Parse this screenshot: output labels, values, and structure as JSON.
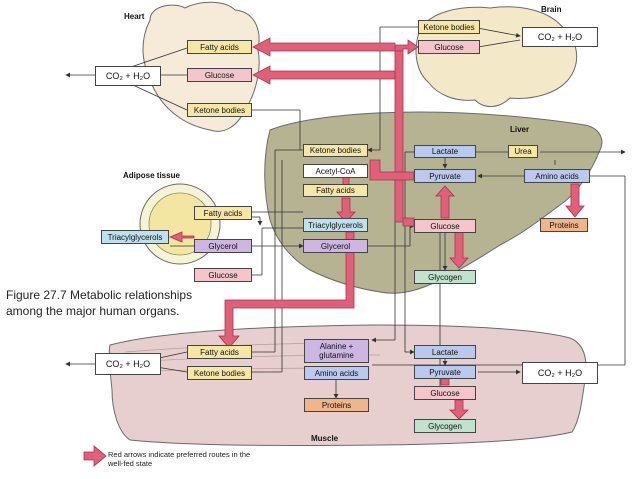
{
  "colors": {
    "red_arrow": "#e0607a",
    "red_arrow_edge": "#a8324a",
    "liver": "#b5b392",
    "muscle": "#e7cfcf",
    "brain": "#f3e8c8",
    "heart": "#f6ead8",
    "adipose": "#f7f3d6"
  },
  "organs": {
    "heart": "Heart",
    "brain": "Brain",
    "liver": "Liver",
    "adipose": "Adipose tissue",
    "muscle": "Muscle"
  },
  "nodes": {
    "heart_fatty": "Fatty acids",
    "heart_glucose": "Glucose",
    "heart_ketone": "Ketone bodies",
    "heart_co2": "CO₂ + H₂O",
    "brain_ketone": "Ketone bodies",
    "brain_glucose": "Glucose",
    "brain_co2": "CO₂ + H₂O",
    "liver_ketone": "Ketone bodies",
    "liver_acetyl": "Acetyl-CoA",
    "liver_fatty": "Fatty acids",
    "liver_tag": "Triacylglycerols",
    "liver_glycerol": "Glycerol",
    "liver_lactate": "Lactate",
    "liver_pyruvate": "Pyruvate",
    "liver_glucose": "Glucose",
    "liver_glycogen": "Glycogen",
    "liver_urea": "Urea",
    "liver_amino": "Amino acids",
    "liver_proteins": "Proteins",
    "adipose_fatty": "Fatty acids",
    "adipose_tag": "Triacylglycerols",
    "adipose_glycerol": "Glycerol",
    "adipose_glucose": "Glucose",
    "muscle_fatty": "Fatty acids",
    "muscle_ketone": "Ketone bodies",
    "muscle_co2": "CO₂ + H₂O",
    "muscle_alanine": "Alanine +\nglutamine",
    "muscle_amino": "Amino acids",
    "muscle_proteins": "Proteins",
    "muscle_lactate": "Lactate",
    "muscle_pyruvate": "Pyruvate",
    "muscle_glucose": "Glucose",
    "muscle_glycogen": "Glycogen",
    "muscle_co2_right": "CO₂ + H₂O"
  },
  "caption": "Figure 27.7 Metabolic relationships among the major human organs.",
  "legend": "Red arrows indicate preferred routes in the well-fed state"
}
